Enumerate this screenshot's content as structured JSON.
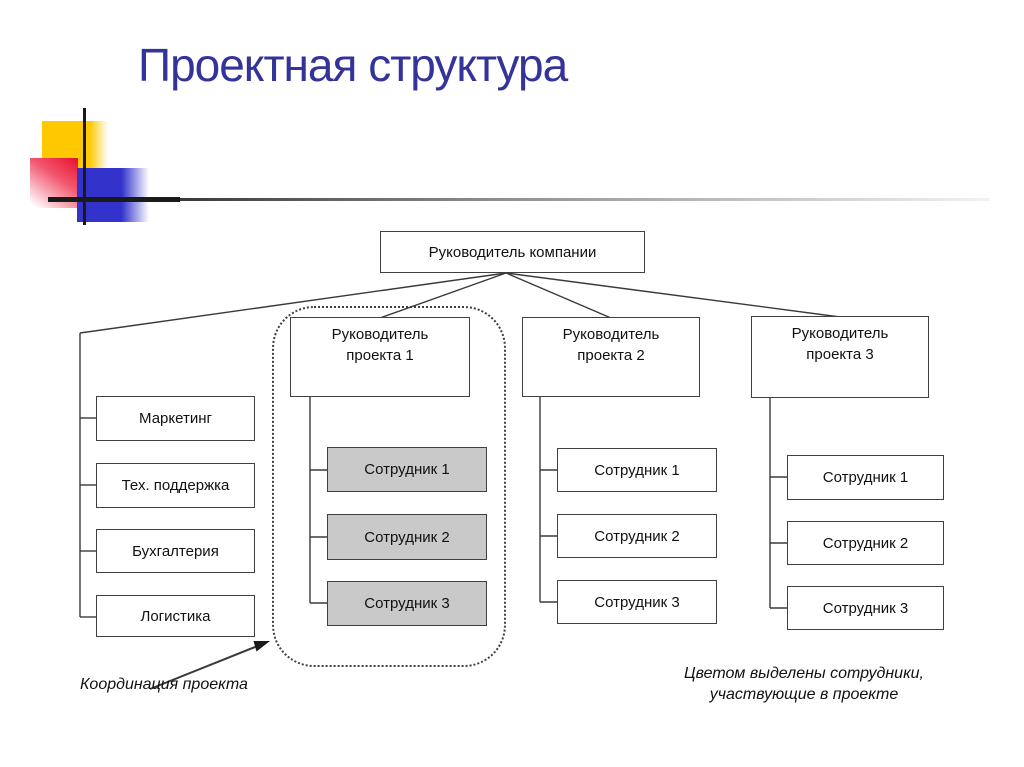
{
  "slide": {
    "title": "Проектная структура",
    "org_chart": {
      "root": "Руководитель компании",
      "departments": [
        "Маркетинг",
        "Тех. поддержка",
        "Бухгалтерия",
        "Логистика"
      ],
      "projects": [
        {
          "manager": "Руководитель проекта 1",
          "employees": [
            "Сотрудник 1",
            "Сотрудник 2",
            "Сотрудник 3"
          ],
          "highlighted": true
        },
        {
          "manager": "Руководитель проекта 2",
          "employees": [
            "Сотрудник 1",
            "Сотрудник 2",
            "Сотрудник 3"
          ],
          "highlighted": false
        },
        {
          "manager": "Руководитель проекта 3",
          "employees": [
            "Сотрудник 1",
            "Сотрудник 2",
            "Сотрудник 3"
          ],
          "highlighted": false
        }
      ]
    },
    "annotations": {
      "coordination_label": "Координация проекта",
      "legend_line1": "Цветом выделены сотрудники,",
      "legend_line2": "участвующие в проекте"
    },
    "colors": {
      "title_text": "#333399",
      "highlighted_employee_fill": "#C9C9C9",
      "accent_yellow": "#FFC800",
      "accent_blue": "#3333CC",
      "accent_red": "#E8112D"
    }
  }
}
